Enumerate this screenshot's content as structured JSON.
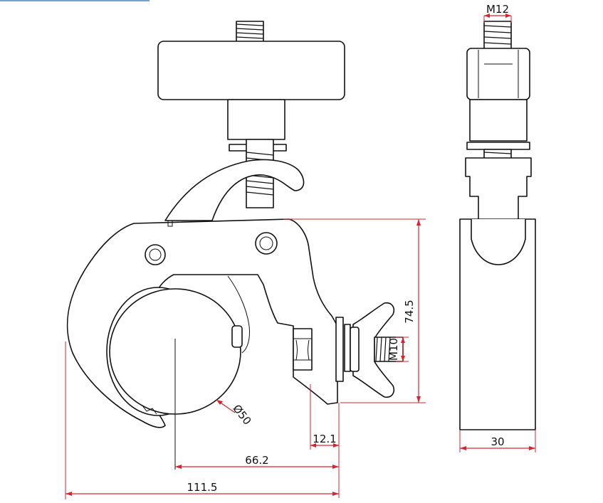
{
  "drawing": {
    "dimensions": {
      "thread_top": "M12",
      "thread_bolt": "M10",
      "height": "74.5",
      "tube_diameter": "Ø50",
      "bolt_offset": "12.1",
      "center_distance": "66.2",
      "total_width": "111.5",
      "side_width": "30"
    },
    "colors": {
      "dimension_line": "#d9232e",
      "outline": "#111111",
      "top_bar": "#7d9bc9"
    }
  }
}
